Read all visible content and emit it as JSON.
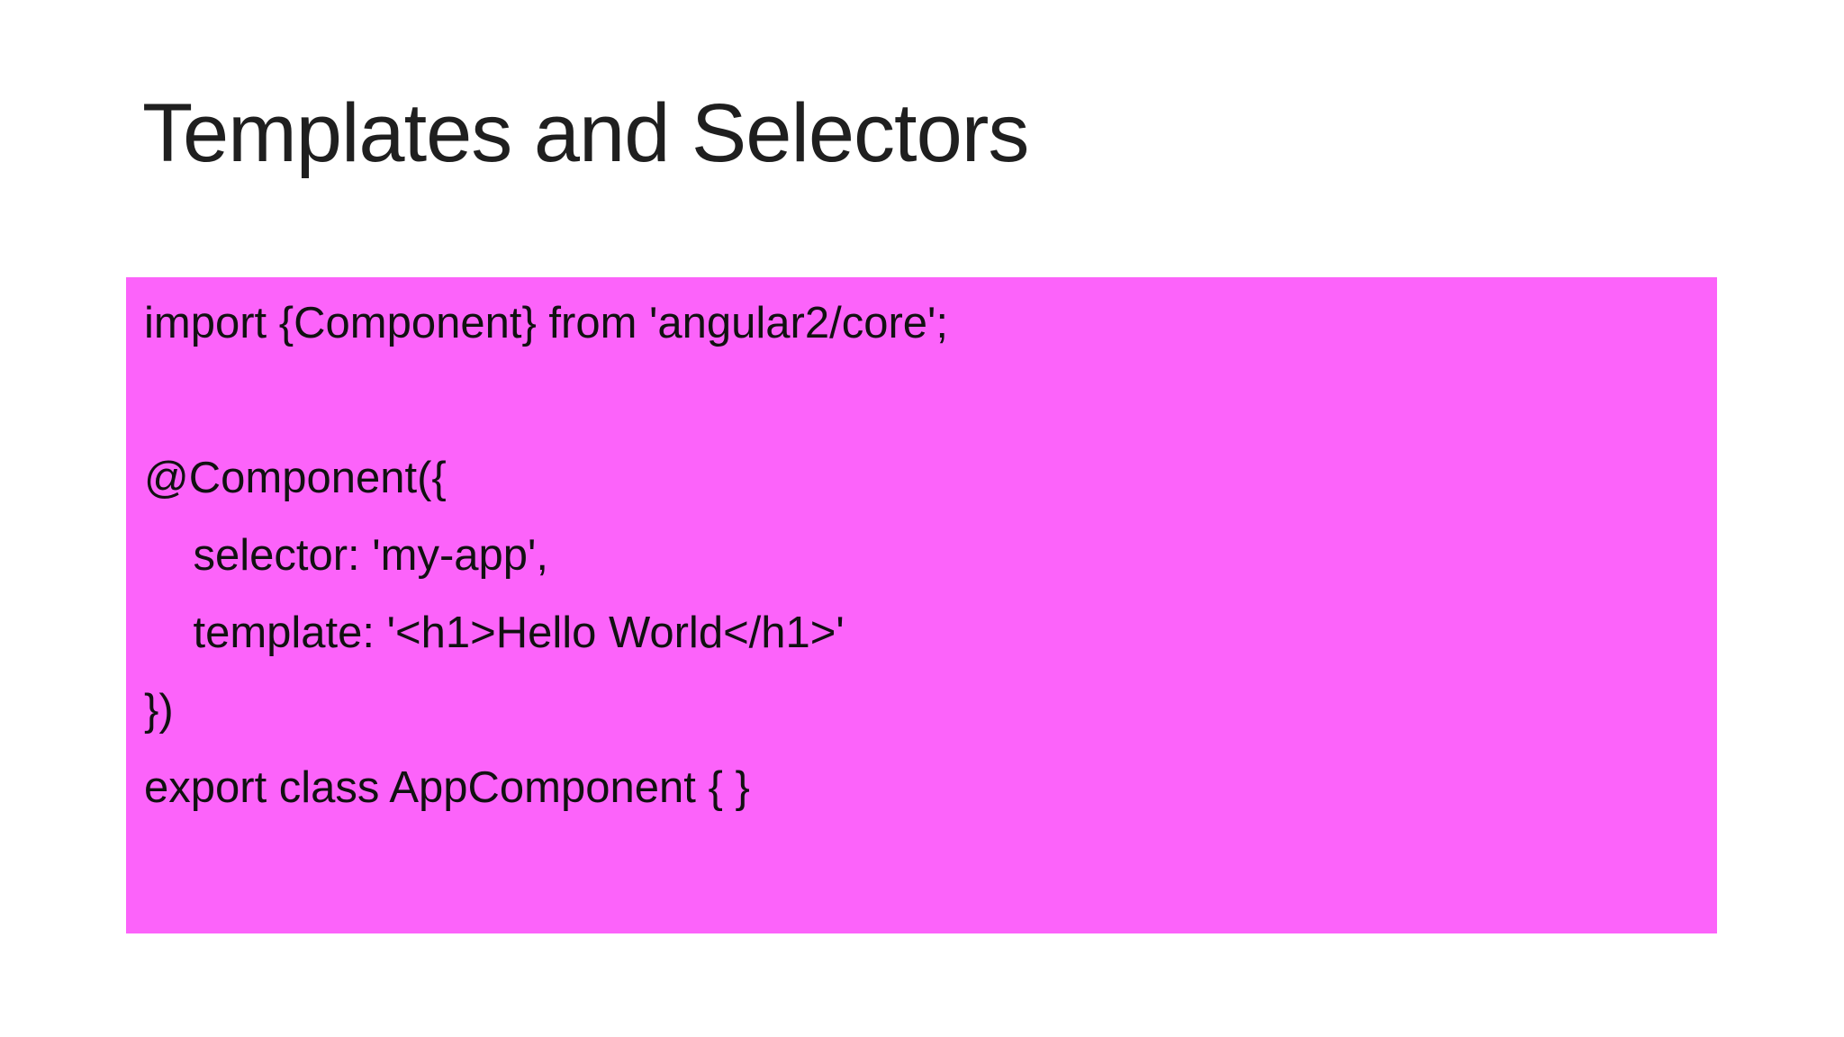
{
  "slide": {
    "title": "Templates and Selectors",
    "code_block": {
      "background_color": "#FC63FA",
      "text_color": "#111111",
      "lines": [
        "import {Component} from 'angular2/core';",
        "",
        "@Component({",
        "    selector: 'my-app',",
        "    template: '<h1>Hello World</h1>'",
        "})",
        "export class AppComponent { }"
      ]
    },
    "colors": {
      "background": "#FFFFFF",
      "title_text": "#1F1F1F"
    }
  }
}
